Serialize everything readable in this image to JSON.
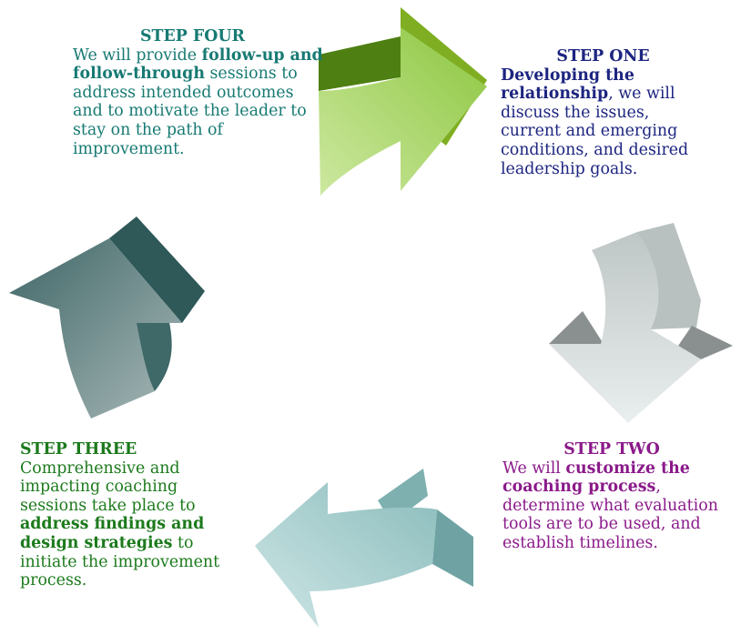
{
  "step_four": {
    "title": "STEP FOUR",
    "pre": "We will provide ",
    "bold": "follow-up and follow-through",
    "post": " sessions to address intended outcomes and to motivate the leader to stay on the path of improvement."
  },
  "step_one": {
    "title": "STEP ONE",
    "bold": "Developing the relationship",
    "post": ", we will discuss the issues, current and emerging conditions, and desired leadership goals."
  },
  "step_two": {
    "title": "STEP TWO",
    "pre": "We will ",
    "bold": "customize the coaching process",
    "post": ", determine what evaluation tools are to be used, and establish timelines."
  },
  "step_three": {
    "title": "STEP THREE",
    "pre": "Comprehensive and impacting coaching sessions take place to ",
    "bold": "address findings and design strategies",
    "post": " to initiate the improvement process."
  },
  "colors": {
    "step_four": "#177a73",
    "step_one": "#1d2580",
    "step_two": "#8a1a8a",
    "step_three": "#1c7a1c",
    "arrow_green": "#8cc63f",
    "arrow_silver": "#c9cfcf",
    "arrow_aqua": "#9cc8c8",
    "arrow_slate": "#4b7070"
  }
}
